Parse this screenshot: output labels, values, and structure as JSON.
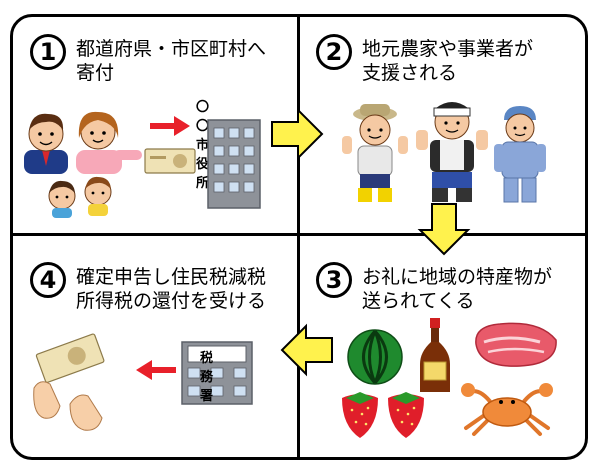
{
  "steps": [
    {
      "number": "1",
      "line1": "都道府県・市区町村へ",
      "line2": "寄付"
    },
    {
      "number": "2",
      "line1": "地元農家や事業者が",
      "line2": "支援される"
    },
    {
      "number": "3",
      "line1": "お礼に地域の特産物が",
      "line2": "送られてくる"
    },
    {
      "number": "4",
      "line1": "確定申告し住民税減税",
      "line2": "所得税の還付を受ける"
    }
  ],
  "labels": {
    "city_hall": "〇〇市役所",
    "tax_office": "税務署"
  },
  "colors": {
    "arrow_yellow": "#FFF24D",
    "arrow_red": "#E8202A",
    "building_gray": "#8E9299"
  },
  "icons": [
    "family-icon",
    "banknote-icon",
    "city-hall-building-icon",
    "farmer-icon",
    "fisherman-icon",
    "worker-icon",
    "watermelon-icon",
    "soy-sauce-bottle-icon",
    "meat-icon",
    "strawberry-icon",
    "crab-icon",
    "tax-office-building-icon",
    "refund-hands-icon"
  ]
}
